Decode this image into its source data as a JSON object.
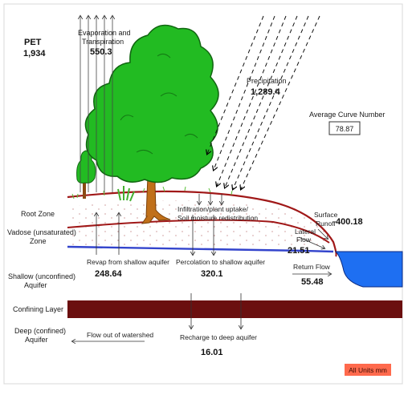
{
  "pet": {
    "label": "PET",
    "value": "1,934"
  },
  "evaporation": {
    "line1": "Evaporation and",
    "line2": "Transpiration",
    "value": "550.3"
  },
  "precipitation": {
    "label": "Precipitation",
    "value": "1,289.4"
  },
  "curve_number": {
    "label": "Average Curve Number",
    "value": "78.87"
  },
  "infiltration": {
    "line1": "Infiltration/plant uptake/",
    "line2": "Soil moisture redistribution"
  },
  "surface_runoff": {
    "line1": "Surface",
    "line2": "Runoff",
    "value": "400.18"
  },
  "lateral_flow": {
    "line1": "Lateral",
    "line2": "Flow",
    "value": "21.51"
  },
  "return_flow": {
    "label": "Return Flow",
    "value": "55.48"
  },
  "revap": {
    "label": "Revap from shallow aquifer",
    "value": "248.64"
  },
  "percolation": {
    "label": "Percolation to shallow aquifer",
    "value": "320.1"
  },
  "recharge": {
    "label": "Recharge to deep aquifer",
    "value": "16.01"
  },
  "flow_out": {
    "label": "Flow out of watershed"
  },
  "zones": {
    "root": "Root Zone",
    "vadose1": "Vadose (unsaturated)",
    "vadose2": "Zone",
    "shallow1": "Shallow (unconfined)",
    "shallow2": "Aquifer",
    "confining": "Confining Layer",
    "deep1": "Deep (confined)",
    "deep2": "Aquifer"
  },
  "units_badge": "All Units mm",
  "colors": {
    "confining_layer": "#6b0f0f",
    "water": "#1e6ff2",
    "tree_foliage": "#22bb22",
    "trunk": "#c0701a",
    "ground_line": "#a01818",
    "water_table": "#3344cc",
    "badge": "#ff6a4d"
  }
}
